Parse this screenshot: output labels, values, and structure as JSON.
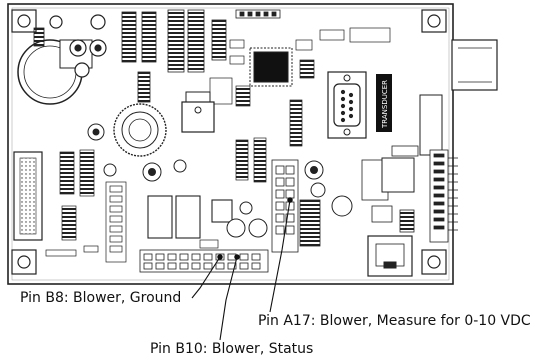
{
  "callouts": {
    "b8": "Pin B8: Blower, Ground",
    "a17": "Pin A17: Blower, Measure for 0-10 VDC",
    "b10": "Pin B10: Blower, Status"
  },
  "board": {
    "vertical_text": "TRANSDUCER"
  }
}
